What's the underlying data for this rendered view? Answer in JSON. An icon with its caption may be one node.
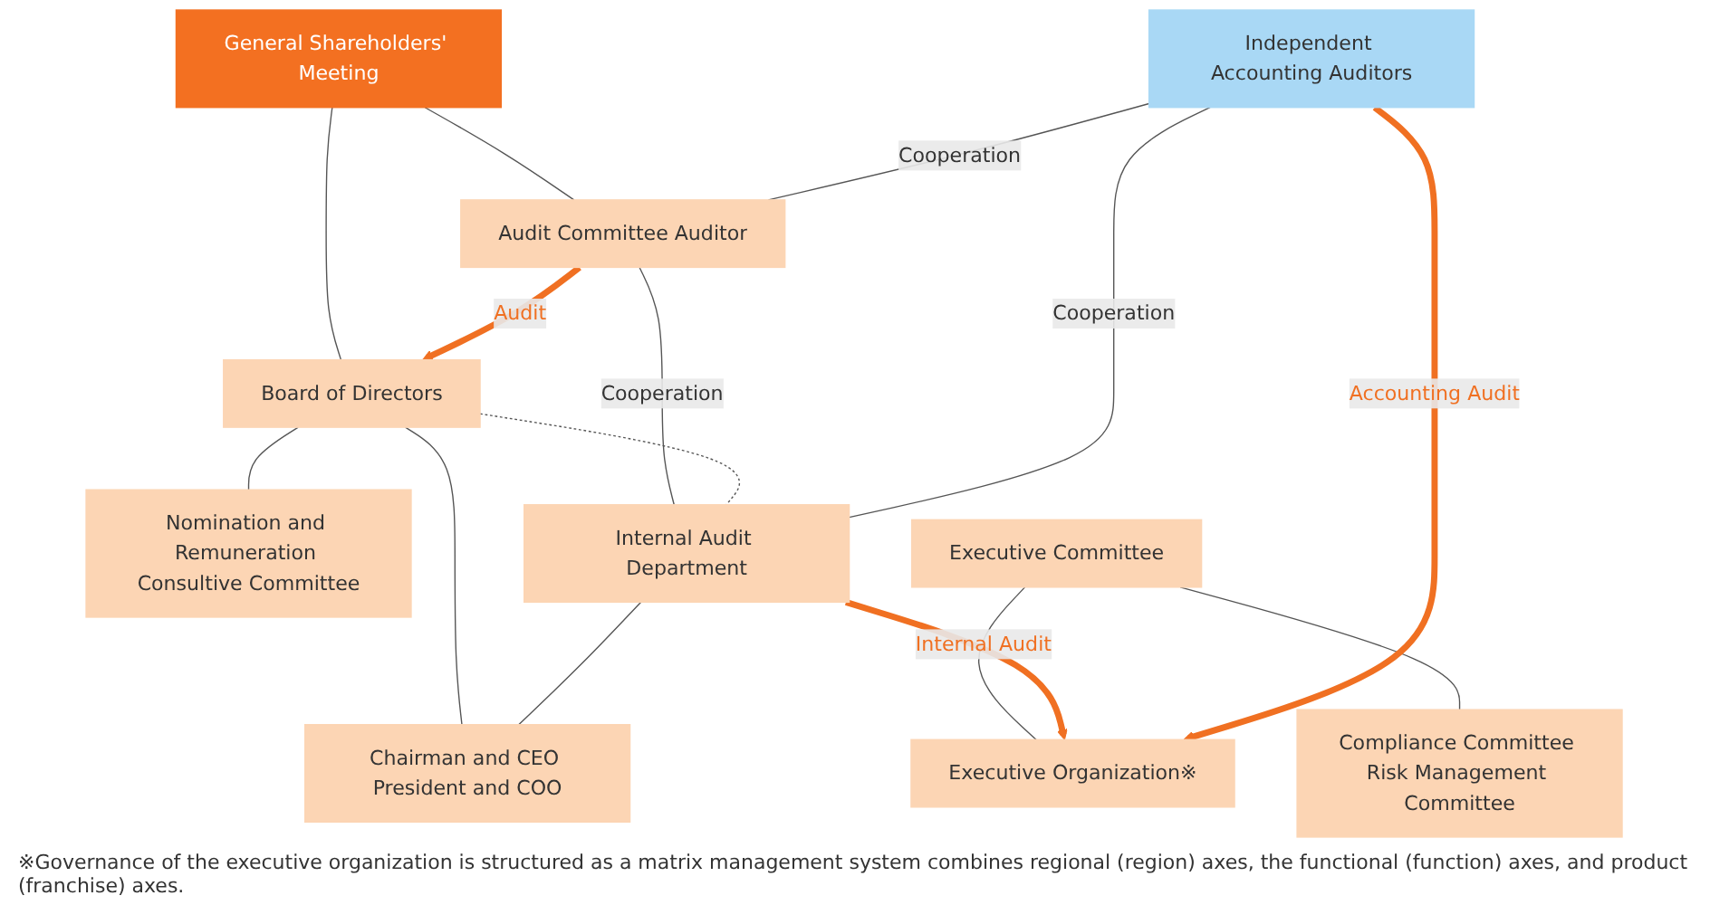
{
  "diagram": {
    "caption": "※Governance of the executive organization is structured as a matrix management system combines regional (region) axes, the functional (function) axes, and product (franchise) axes.",
    "nodes": [
      {
        "text": [
          "General Shareholders' Meeting"
        ]
      },
      {
        "text": [
          "Audit Committee Auditor"
        ]
      },
      {
        "text": [
          "Board of Directors"
        ]
      },
      {
        "text": [
          "Nomination and Remuneration Consultive Committee"
        ]
      },
      {
        "text": [
          "Internal Audit Department"
        ]
      },
      {
        "text": [
          "Chairman and CEO President and COO"
        ]
      },
      {
        "text": [
          "Executive Committee"
        ]
      },
      {
        "text": [
          "Compliance Committee Risk Management Committee"
        ]
      },
      {
        "text": [
          "Independent Accounting Auditors"
        ]
      },
      {
        "text": [
          "Executive Organization※"
        ]
      }
    ],
    "edges": [
      {
        "from": 0,
        "to": 1,
        "arrow": "none"
      },
      {
        "from": 0,
        "to": 2,
        "arrow": "none"
      },
      {
        "from": 1,
        "to": 2,
        "arrow": "to",
        "label": "Audit",
        "style": "thick",
        "color": "#f07022"
      },
      {
        "from": 2,
        "to": 3,
        "arrow": "none"
      },
      {
        "from": 8,
        "to": 1,
        "arrow": "none",
        "label": "Cooperation"
      },
      {
        "from": 1,
        "to": 4,
        "arrow": "none",
        "label": "Cooperation"
      },
      {
        "from": 2,
        "to": 4,
        "arrow": "none",
        "style": "dashed"
      },
      {
        "from": 2,
        "to": 5,
        "arrow": "none"
      },
      {
        "from": 4,
        "to": 5,
        "arrow": "none"
      },
      {
        "from": 6,
        "to": 9,
        "arrow": "none"
      },
      {
        "from": 6,
        "to": 7,
        "arrow": "none"
      },
      {
        "from": 8,
        "to": 4,
        "arrow": "none",
        "label": "Cooperation"
      },
      {
        "from": 4,
        "to": 9,
        "arrow": "to",
        "label": "Internal Audit",
        "style": "thick",
        "color": "#f07022"
      },
      {
        "from": 8,
        "to": 9,
        "arrow": "to",
        "label": "Accounting Audit",
        "style": "thick",
        "color": "#f07022"
      }
    ]
  }
}
